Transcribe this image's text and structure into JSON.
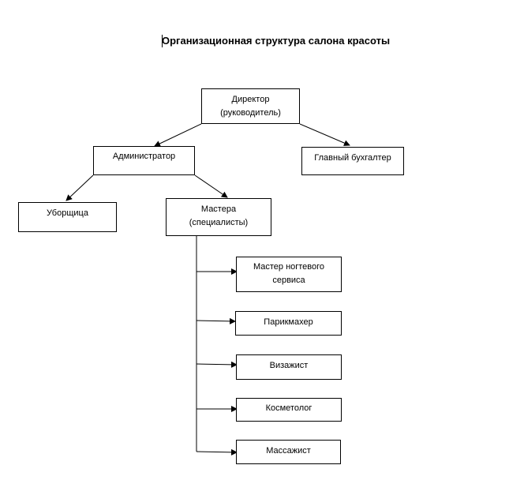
{
  "title": "Организационная структура салона красоты",
  "nodes": {
    "director": {
      "line1": "Директор",
      "line2": "(руководитель)"
    },
    "administrator": {
      "line1": "Администратор"
    },
    "chief_accountant": {
      "line1": "Главный бухгалтер"
    },
    "cleaner": {
      "line1": "Уборщица"
    },
    "masters": {
      "line1": "Мастера",
      "line2": "(специалисты)"
    },
    "nail_master": {
      "line1": "Мастер ногтевого",
      "line2": "сервиса"
    },
    "hairdresser": {
      "line1": "Парикмахер"
    },
    "makeup_artist": {
      "line1": "Визажист"
    },
    "cosmetologist": {
      "line1": "Косметолог"
    },
    "masseur": {
      "line1": "Массажист"
    }
  },
  "colors": {
    "line": "#000000",
    "background": "#ffffff"
  }
}
